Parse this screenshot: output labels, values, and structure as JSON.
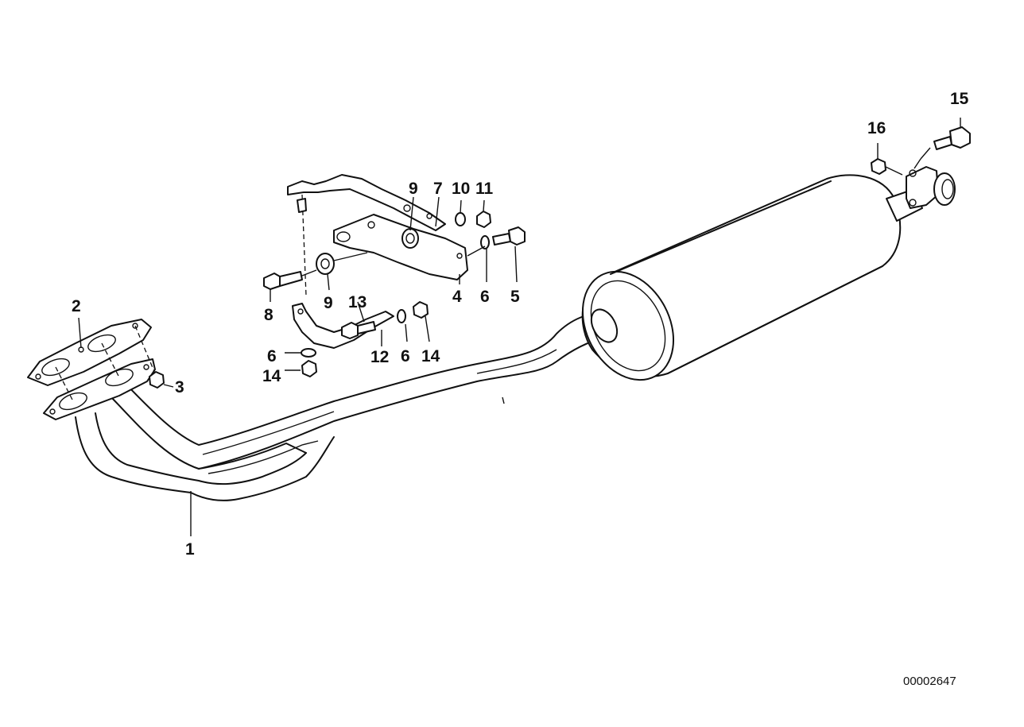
{
  "diagram": {
    "reference_number": "00002647",
    "callouts": [
      {
        "id": "c1",
        "text": "1"
      },
      {
        "id": "c2",
        "text": "2"
      },
      {
        "id": "c3",
        "text": "3"
      },
      {
        "id": "c4",
        "text": "4"
      },
      {
        "id": "c5",
        "text": "5"
      },
      {
        "id": "c6a",
        "text": "6"
      },
      {
        "id": "c6b",
        "text": "6"
      },
      {
        "id": "c6c",
        "text": "6"
      },
      {
        "id": "c7",
        "text": "7"
      },
      {
        "id": "c8",
        "text": "8"
      },
      {
        "id": "c9a",
        "text": "9"
      },
      {
        "id": "c9b",
        "text": "9"
      },
      {
        "id": "c10",
        "text": "10"
      },
      {
        "id": "c11",
        "text": "11"
      },
      {
        "id": "c12",
        "text": "12"
      },
      {
        "id": "c13",
        "text": "13"
      },
      {
        "id": "c14a",
        "text": "14"
      },
      {
        "id": "c14b",
        "text": "14"
      },
      {
        "id": "c15",
        "text": "15"
      },
      {
        "id": "c16",
        "text": "16"
      }
    ]
  }
}
